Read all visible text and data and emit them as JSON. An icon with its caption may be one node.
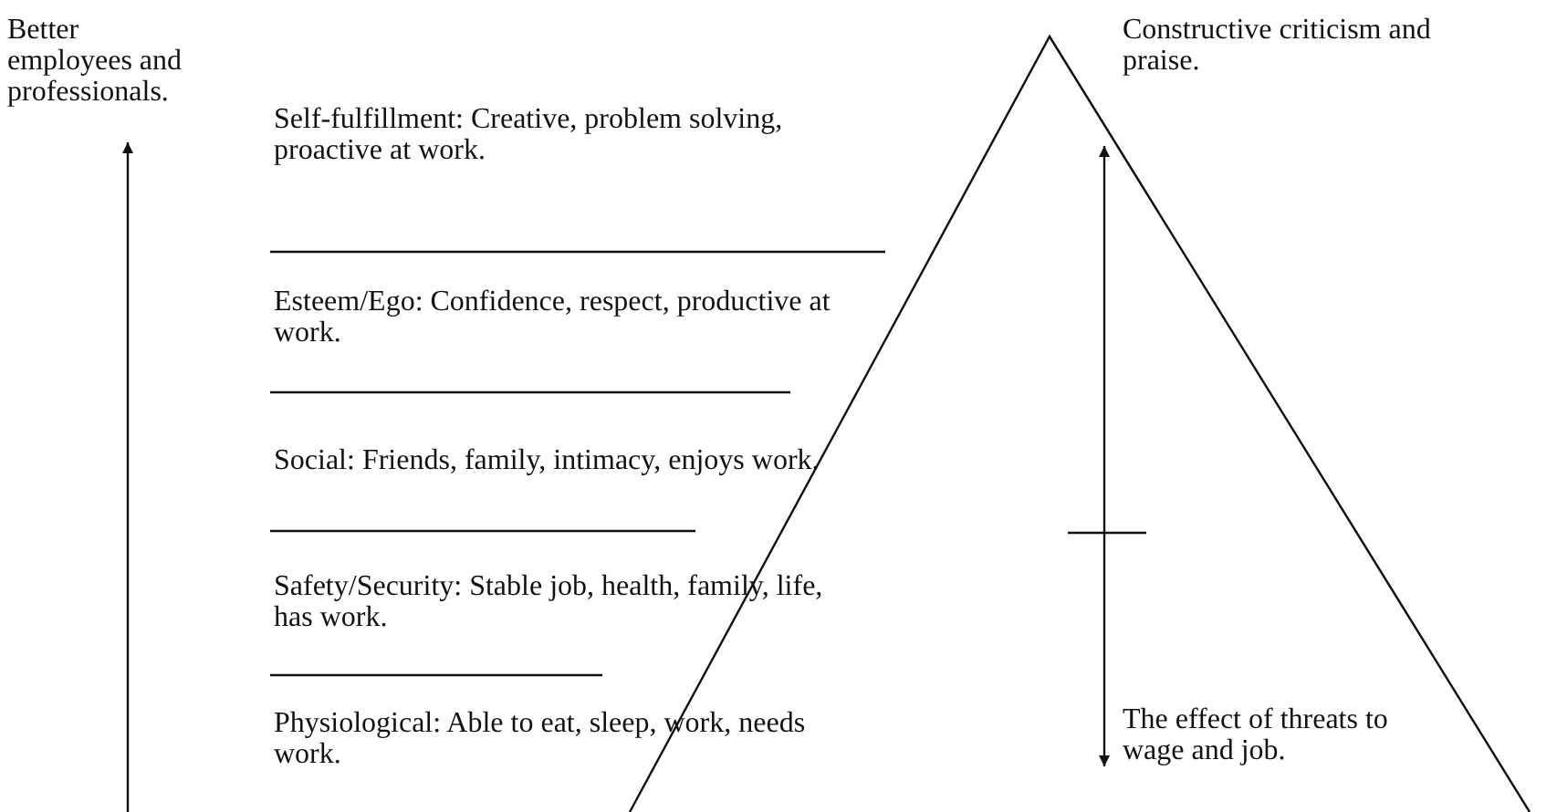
{
  "diagram": {
    "nodes": [
      {
        "text": [
          "Constructive criticism and praise."
        ]
      },
      {
        "text": [
          "The effect of threats to wage and job."
        ]
      }
    ],
    "edges": [
      {
        "from": 0,
        "to": 1,
        "arrow": "both"
      }
    ],
    "labels": [
      "Better employees and professionals.",
      "Self-fulfillment: Creative, problem solving, proactive at work.",
      "Esteem/Ego: Confidence, respect, productive at work.",
      "Social: Friends, family, intimacy, enjoys work.",
      "Safety/Security: Stable job, health, family, life, has work.",
      "Physiological: Able to eat, sleep, work, needs work."
    ]
  }
}
